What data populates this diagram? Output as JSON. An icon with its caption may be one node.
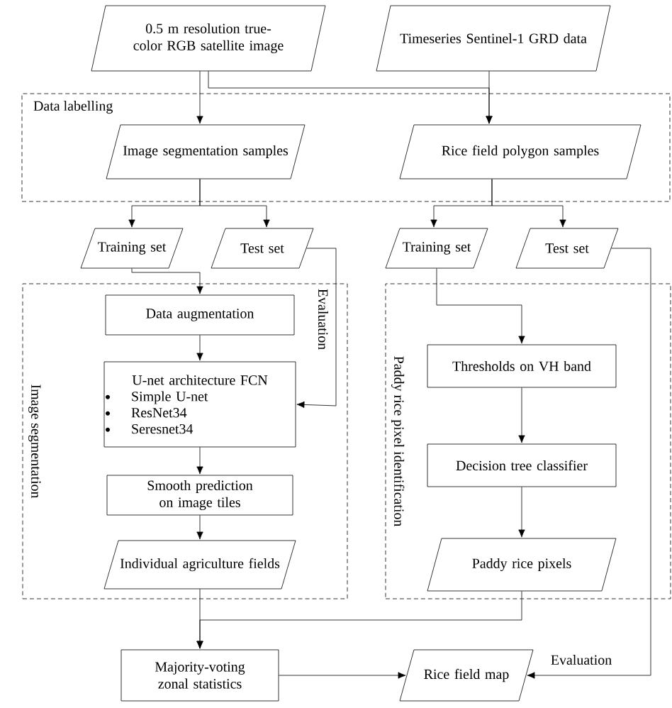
{
  "diagram": {
    "nodes": [
      {
        "text": [
          "Data labelling"
        ]
      },
      {
        "text": [
          "Image segmentation"
        ]
      },
      {
        "text": [
          "Paddy rice pixel identification"
        ]
      },
      {
        "text": [
          "0.5 m resolution true-color RGB satellite image"
        ]
      },
      {
        "text": [
          "Timeseries Sentinel-1 GRD data"
        ]
      },
      {
        "text": [
          "Image segmentation samples"
        ],
        "in": 0
      },
      {
        "text": [
          "Rice field polygon samples"
        ],
        "in": 0
      },
      {
        "text": [
          "Training set"
        ]
      },
      {
        "text": [
          "Test set"
        ]
      },
      {
        "text": [
          "Training set"
        ]
      },
      {
        "text": [
          "Test set"
        ]
      },
      {
        "text": [
          "Data augmentation"
        ],
        "in": 1
      },
      {
        "text": [
          "U-net architecture FCN",
          "Simple U-net",
          "ResNet34",
          "Seresnet34"
        ],
        "in": 1
      },
      {
        "text": [
          "Smooth prediction on image tiles"
        ],
        "in": 1
      },
      {
        "text": [
          "Individual agriculture fields"
        ],
        "in": 1
      },
      {
        "text": [
          "Thresholds on VH band"
        ],
        "in": 2
      },
      {
        "text": [
          "Decision tree classifier"
        ],
        "in": 2
      },
      {
        "text": [
          "Paddy rice pixels"
        ],
        "in": 2
      },
      {
        "text": [
          "Majority-voting zonal statistics"
        ]
      },
      {
        "text": [
          "Rice field map"
        ]
      }
    ],
    "edges": [
      {
        "from": 3,
        "to": 5,
        "arrow": "to"
      },
      {
        "from": 3,
        "to": 6,
        "arrow": "to"
      },
      {
        "from": 4,
        "to": 6,
        "arrow": "to"
      },
      {
        "from": 5,
        "to": 7,
        "arrow": "to"
      },
      {
        "from": 5,
        "to": 8,
        "arrow": "to"
      },
      {
        "from": 6,
        "to": 9,
        "arrow": "to"
      },
      {
        "from": 6,
        "to": 10,
        "arrow": "to"
      },
      {
        "from": 7,
        "to": 11,
        "arrow": "to"
      },
      {
        "from": 8,
        "to": 12,
        "arrow": "to",
        "label": "Evaluation"
      },
      {
        "from": 11,
        "to": 12,
        "arrow": "to"
      },
      {
        "from": 12,
        "to": 13,
        "arrow": "to"
      },
      {
        "from": 13,
        "to": 14,
        "arrow": "to"
      },
      {
        "from": 9,
        "to": 15,
        "arrow": "to"
      },
      {
        "from": 15,
        "to": 16,
        "arrow": "to"
      },
      {
        "from": 16,
        "to": 17,
        "arrow": "to"
      },
      {
        "from": 14,
        "to": 18,
        "arrow": "to"
      },
      {
        "from": 17,
        "to": 18,
        "arrow": "to"
      },
      {
        "from": 18,
        "to": 19,
        "arrow": "to"
      },
      {
        "from": 10,
        "to": 19,
        "arrow": "to",
        "label": "Evaluation"
      }
    ]
  }
}
